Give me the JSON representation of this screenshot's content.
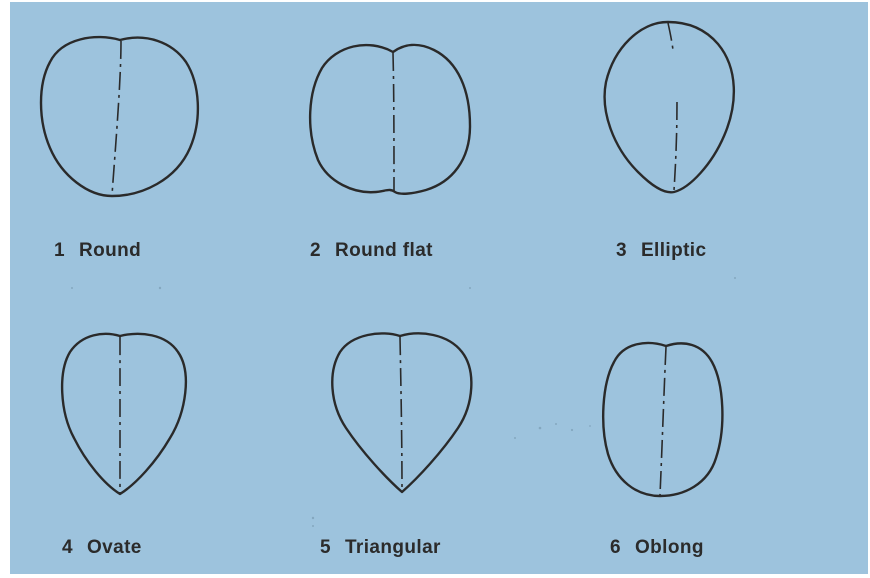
{
  "figure": {
    "background_color": "#9dc3dd",
    "line_color": "#2a2a2a",
    "shapes": [
      {
        "number": "1",
        "name": "Round"
      },
      {
        "number": "2",
        "name": "Round flat"
      },
      {
        "number": "3",
        "name": "Elliptic"
      },
      {
        "number": "4",
        "name": "Ovate"
      },
      {
        "number": "5",
        "name": "Triangular"
      },
      {
        "number": "6",
        "name": "Oblong"
      }
    ]
  }
}
